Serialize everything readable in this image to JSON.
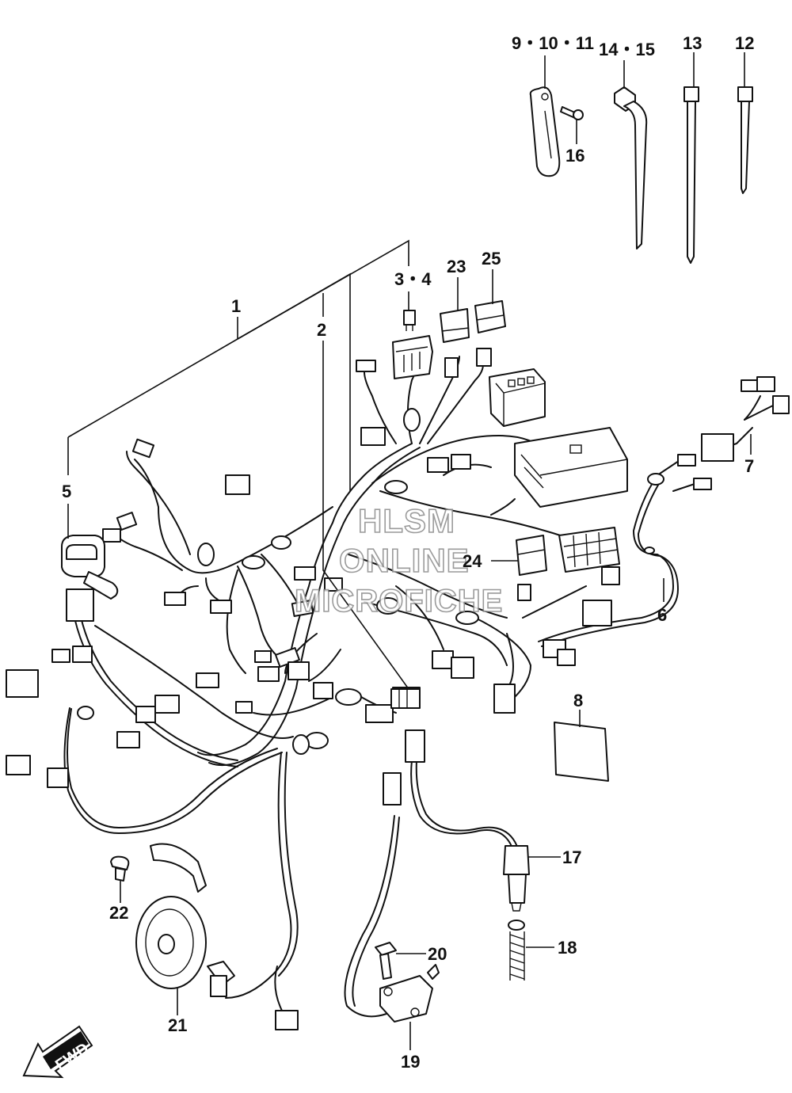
{
  "callouts": {
    "c9_10_11": "9・10・11",
    "c14_15": "14・15",
    "c13": "13",
    "c12": "12",
    "c16": "16",
    "c3_4": "3・4",
    "c23": "23",
    "c25": "25",
    "c1": "1",
    "c2": "2",
    "c5": "5",
    "c7": "7",
    "c24": "24",
    "c6": "6",
    "c8": "8",
    "c17": "17",
    "c18": "18",
    "c22": "22",
    "c20": "20",
    "c21": "21",
    "c19": "19"
  },
  "watermark": {
    "line1": "HLSM",
    "line2": "ONLINE",
    "line3": "MICROFICHE"
  },
  "fwd_label": "FWD"
}
